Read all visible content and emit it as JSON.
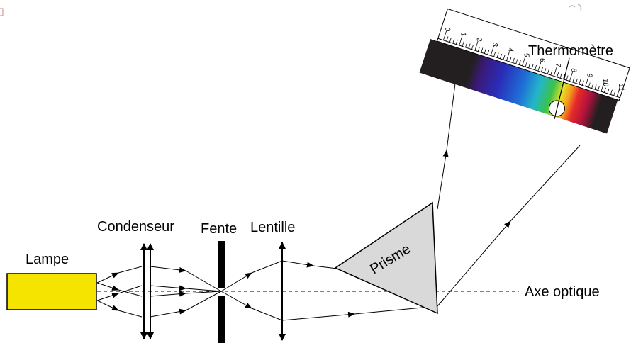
{
  "diagram": {
    "labels": {
      "lamp": "Lampe",
      "condenser": "Condenseur",
      "slit": "Fente",
      "lens": "Lentille",
      "prism": "Prisme",
      "thermometer": "Thermomètre",
      "optical_axis": "Axe optique"
    },
    "ruler_ticks": [
      "0",
      "1",
      "2",
      "3",
      "4",
      "5",
      "6",
      "7",
      "8",
      "9",
      "10",
      "11"
    ],
    "colors": {
      "lamp_fill": "#f4e400",
      "prism_fill": "#d9d9d9",
      "band_dark": "#231f20",
      "thermometer_bulb": "#ffffff"
    }
  }
}
